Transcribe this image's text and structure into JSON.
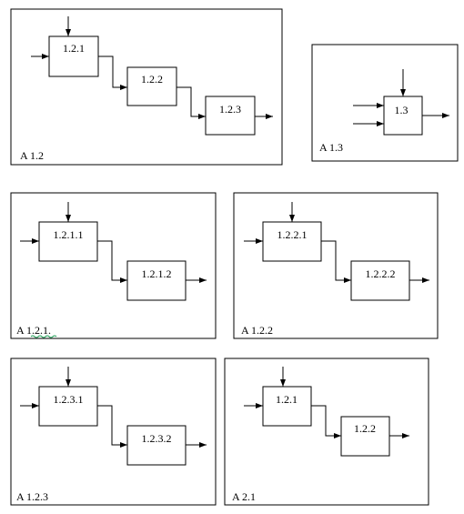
{
  "colors": {
    "stroke": "#000000",
    "background": "#ffffff",
    "label_underline": "#1f9d55"
  },
  "diagrams": [
    {
      "id": "A12",
      "caption": "A 1.2",
      "blocks": [
        {
          "label": "1.2.1"
        },
        {
          "label": "1.2.2"
        },
        {
          "label": "1.2.3"
        }
      ]
    },
    {
      "id": "A13",
      "caption": "A 1.3",
      "blocks": [
        {
          "label": "1.3"
        }
      ]
    },
    {
      "id": "A121",
      "caption": "A 1.2.1.",
      "blocks": [
        {
          "label": "1.2.1.1"
        },
        {
          "label": "1.2.1.2"
        }
      ]
    },
    {
      "id": "A122",
      "caption": "A 1.2.2",
      "blocks": [
        {
          "label": "1.2.2.1"
        },
        {
          "label": "1.2.2.2"
        }
      ]
    },
    {
      "id": "A123",
      "caption": "A 1.2.3",
      "blocks": [
        {
          "label": "1.2.3.1"
        },
        {
          "label": "1.2.3.2"
        }
      ]
    },
    {
      "id": "A21",
      "caption": "A 2.1",
      "blocks": [
        {
          "label": "1.2.1"
        },
        {
          "label": "1.2.2"
        }
      ]
    }
  ]
}
